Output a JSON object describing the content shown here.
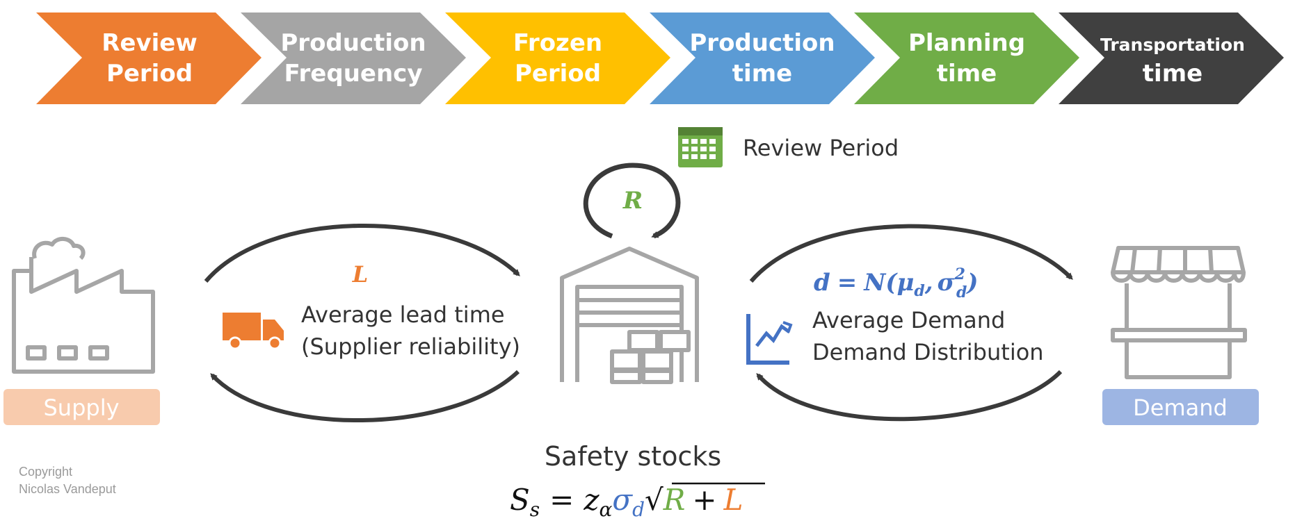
{
  "chevrons": [
    {
      "line1": "Review",
      "line2": "Period",
      "color": "#ED7D31"
    },
    {
      "line1": "Production",
      "line2": "Frequency",
      "color": "#A5A5A5"
    },
    {
      "line1": "Frozen",
      "line2": "Period",
      "color": "#FFC000"
    },
    {
      "line1": "Production",
      "line2": "time",
      "color": "#5B9BD5"
    },
    {
      "line1": "Planning",
      "line2": "time",
      "color": "#70AD47"
    },
    {
      "line1": "Transportation",
      "line2": "time",
      "color": "#404040"
    }
  ],
  "review": {
    "label": "Review Period",
    "symbol": "R",
    "color": "#70AD47"
  },
  "lead": {
    "symbol": "L",
    "line1": "Average lead time",
    "line2": "(Supplier reliability)",
    "color": "#ED7D31"
  },
  "demand": {
    "formula_lhs": "d",
    "formula_eq": "=",
    "formula_fn": "N(",
    "formula_mu": "μ",
    "formula_sub_d": "d",
    "formula_comma": ",",
    "formula_sigma": "σ",
    "formula_sup": "2",
    "formula_close": ")",
    "line1": "Average Demand",
    "line2": "Demand Distribution",
    "color": "#4472C4"
  },
  "supply_badge": {
    "label": "Supply",
    "color": "#F8CBAD"
  },
  "demand_badge": {
    "label": "Demand",
    "color": "#9DB5E3"
  },
  "safety": {
    "title": "Safety stocks",
    "S": "S",
    "s_sub": "s",
    "eq": "=",
    "z": "z",
    "alpha": "α",
    "sigma": "σ",
    "d_sub": "d",
    "sqrt": "√",
    "R": "R",
    "plus": "+",
    "L": "L"
  },
  "copyright": {
    "line1": "Copyright",
    "line2": "Nicolas Vandeput"
  },
  "colors": {
    "dark": "#3a3a3a",
    "icon_gray": "#a6a6a6",
    "text": "#333333"
  },
  "icons": [
    "factory-icon",
    "truck-icon",
    "warehouse-icon",
    "calendar-icon",
    "trend-chart-icon",
    "store-icon",
    "cycle-arrow-icon"
  ]
}
